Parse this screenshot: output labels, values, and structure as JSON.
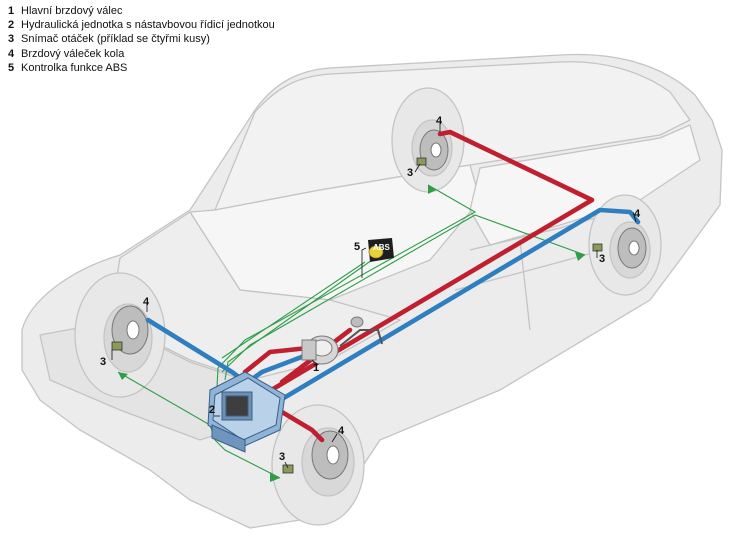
{
  "legend": {
    "items": [
      {
        "number": "1",
        "text": "Hlavní brzdový válec"
      },
      {
        "number": "2",
        "text": "Hydraulická jednotka s nástavbovou řídicí jednotkou"
      },
      {
        "number": "3",
        "text": "Snímač otáček (příklad se čtyřmi kusy)"
      },
      {
        "number": "4",
        "text": "Brzdový váleček kola"
      },
      {
        "number": "5",
        "text": "Kontrolka funkce ABS"
      }
    ]
  },
  "callouts": {
    "master_cylinder": "1",
    "hydraulic_unit": "2",
    "sensor_rear_left": "3",
    "sensor_rear_right": "3",
    "sensor_front_left": "3",
    "sensor_front_right": "3",
    "cylinder_rear_left": "4",
    "cylinder_rear_right": "4",
    "cylinder_front_left": "4",
    "cylinder_front_right": "4",
    "abs_lamp": "5"
  },
  "abs_lamp_label": "ABS",
  "colors": {
    "car_body": "#ececec",
    "car_outline": "#c4c4c4",
    "brake_circuit_red": "#c01f30",
    "brake_circuit_blue": "#2f7fc0",
    "sensor_wire": "#2e9e48"
  }
}
